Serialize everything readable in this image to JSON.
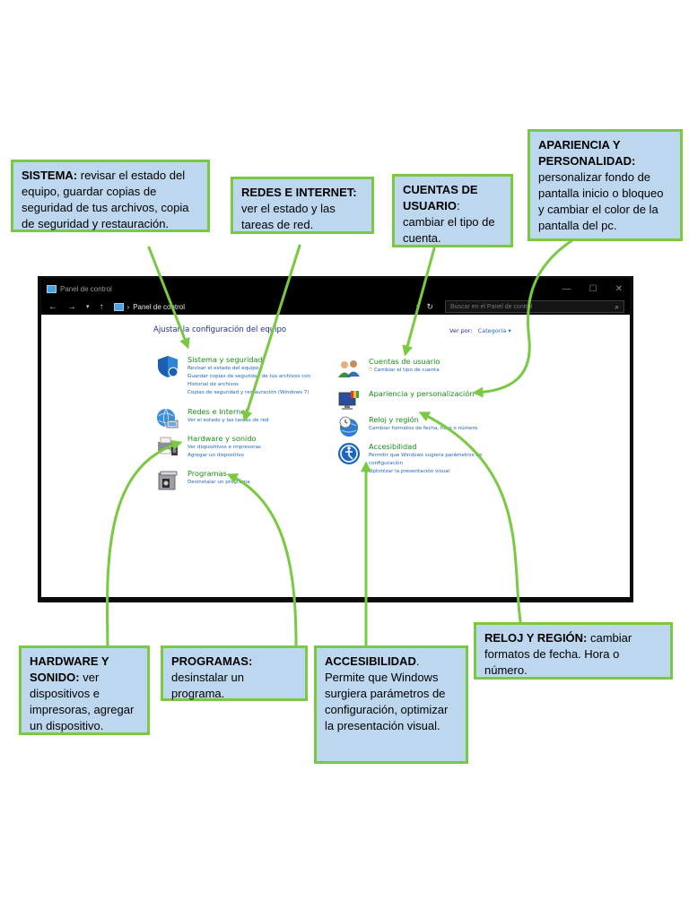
{
  "window": {
    "title": "Panel de control",
    "address": {
      "path": "Panel de control",
      "search_placeholder": "Buscar en el Panel de control"
    },
    "heading": "Ajustar la configuración del equipo",
    "view_by": {
      "label": "Ver por:",
      "value": "Categoría"
    },
    "categories_left": [
      {
        "title": "Sistema y seguridad",
        "icon": "shield-icon",
        "links": [
          "Revisar el estado del equipo",
          "Guardar copias de seguridad de tus archivos con",
          "Historial de archivos",
          "Copias de seguridad y restauración (Windows 7)"
        ]
      },
      {
        "title": "Redes e Internet",
        "icon": "globe-network-icon",
        "links": [
          "Ver el estado y las tareas de red"
        ]
      },
      {
        "title": "Hardware y sonido",
        "icon": "printer-speaker-icon",
        "links": [
          "Ver dispositivos e impresoras",
          "Agregar un dispositivo"
        ]
      },
      {
        "title": "Programas",
        "icon": "programs-icon",
        "links": [
          "Desinstalar un programa"
        ]
      }
    ],
    "categories_right": [
      {
        "title": "Cuentas de usuario",
        "icon": "users-icon",
        "links": [
          "Cambiar el tipo de cuenta"
        ]
      },
      {
        "title": "Apariencia y personalización",
        "icon": "monitor-palette-icon",
        "links": []
      },
      {
        "title": "Reloj y región",
        "icon": "clock-globe-icon",
        "links": [
          "Cambiar formatos de fecha, hora o número"
        ]
      },
      {
        "title": "Accesibilidad",
        "icon": "accessibility-icon",
        "links": [
          "Permitir que Windows sugiera parámetros de",
          "configuración",
          "Optimizar la presentación visual"
        ]
      }
    ]
  },
  "callouts": {
    "sistema": {
      "title": "SISTEMA:",
      "text": " revisar el estado del equipo, guardar copias de seguridad de tus archivos, copia de seguridad y restauración."
    },
    "redes": {
      "title": "REDES E INTERNET:",
      "text": " ver el estado y las tareas de red."
    },
    "cuentas": {
      "title": "CUENTAS DE USUARIO",
      "text": ": cambiar el tipo de cuenta."
    },
    "apariencia": {
      "title": "APARIENCIA Y PERSONALIDAD:",
      "text": " personalizar fondo de pantalla inicio o bloqueo y cambiar el color de la pantalla del pc."
    },
    "hardware": {
      "title": "HARDWARE Y SONIDO:",
      "text": " ver dispositivos e impresoras, agregar un dispositivo."
    },
    "programas": {
      "title": "PROGRAMAS:",
      "text": " desinstalar un programa."
    },
    "accesibilidad": {
      "title": "ACCESIBILIDAD",
      "text": ". Permite que Windows surgiera parámetros de configuración, optimizar la presentación visual."
    },
    "reloj": {
      "title": "RELOJ Y REGIÓN:",
      "text": " cambiar formatos de fecha. Hora o número."
    }
  },
  "colors": {
    "callout_bg": "#bdd7ee",
    "callout_border": "#7ac943",
    "arrow": "#7ac943",
    "category_title": "#1a8f1a",
    "link": "#1e64c8"
  }
}
